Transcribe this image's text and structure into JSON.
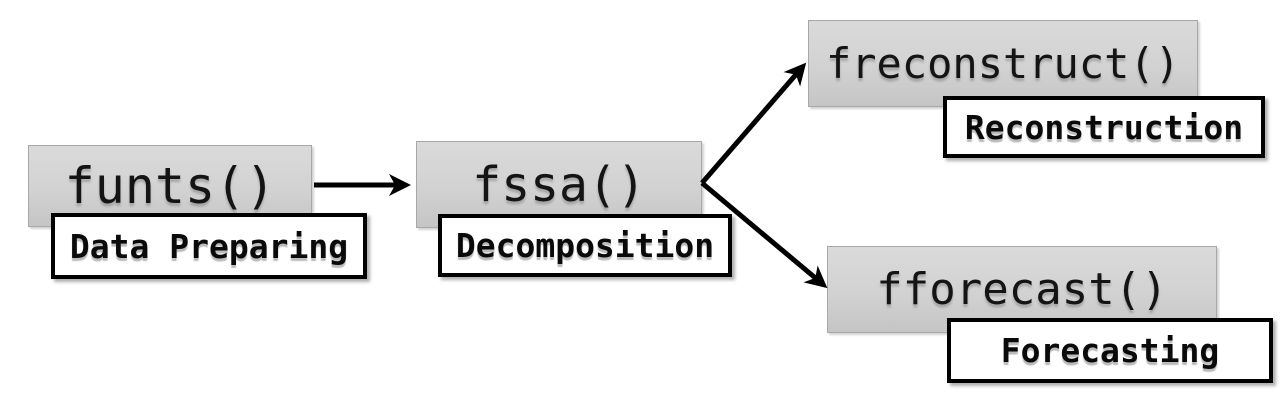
{
  "diagram": {
    "title": "",
    "nodes": [
      {
        "id": "funts",
        "func_label": "funts()",
        "tag": "Data Preparing"
      },
      {
        "id": "fssa",
        "func_label": "fssa()",
        "tag": "Decomposition"
      },
      {
        "id": "freconstruct",
        "func_label": "freconstruct()",
        "tag": "Reconstruction"
      },
      {
        "id": "fforecast",
        "func_label": "fforecast()",
        "tag": "Forecasting"
      }
    ],
    "edges": [
      {
        "from": "funts",
        "to": "fssa"
      },
      {
        "from": "fssa",
        "to": "freconstruct"
      },
      {
        "from": "fssa",
        "to": "fforecast"
      }
    ],
    "colors": {
      "node_fill_top": "#dadada",
      "node_fill_bottom": "#c5c5c5",
      "node_border": "#a8a8a8",
      "label_background": "#ffffff",
      "label_border": "#000000",
      "arrow": "#000000",
      "text": "#000000",
      "background": "#ffffff"
    }
  }
}
